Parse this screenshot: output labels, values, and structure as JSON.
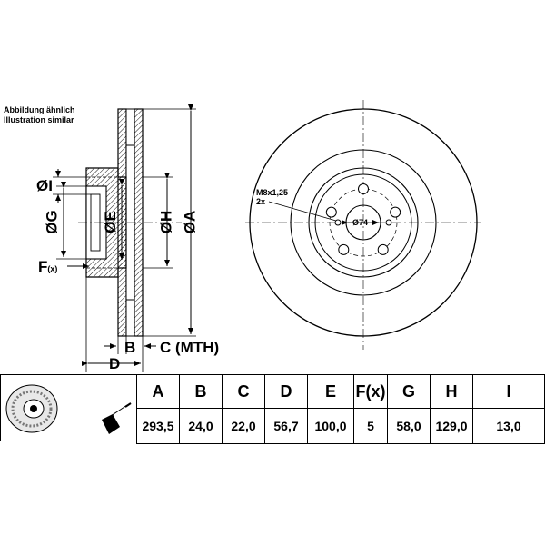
{
  "note": {
    "line1": "Abbildung ähnlich",
    "line2": "Illustration similar"
  },
  "side_view": {
    "labels": {
      "I": "ØI",
      "G": "ØG",
      "E": "ØE",
      "H": "ØH",
      "A": "ØA",
      "F": "F",
      "F_sub": "(x)",
      "B": "B",
      "C": "C (MTH)",
      "D": "D"
    }
  },
  "front_view": {
    "thread_label": "M8x1,25",
    "thread_count": "2x",
    "center_bore": "Ø74",
    "bolt_holes": 5
  },
  "specs": {
    "headers": [
      "A",
      "B",
      "C",
      "D",
      "E",
      "F(x)",
      "G",
      "H",
      "I"
    ],
    "values": [
      "293,5",
      "24,0",
      "22,0",
      "56,7",
      "100,0",
      "5",
      "58,0",
      "129,0",
      "13,0"
    ]
  }
}
